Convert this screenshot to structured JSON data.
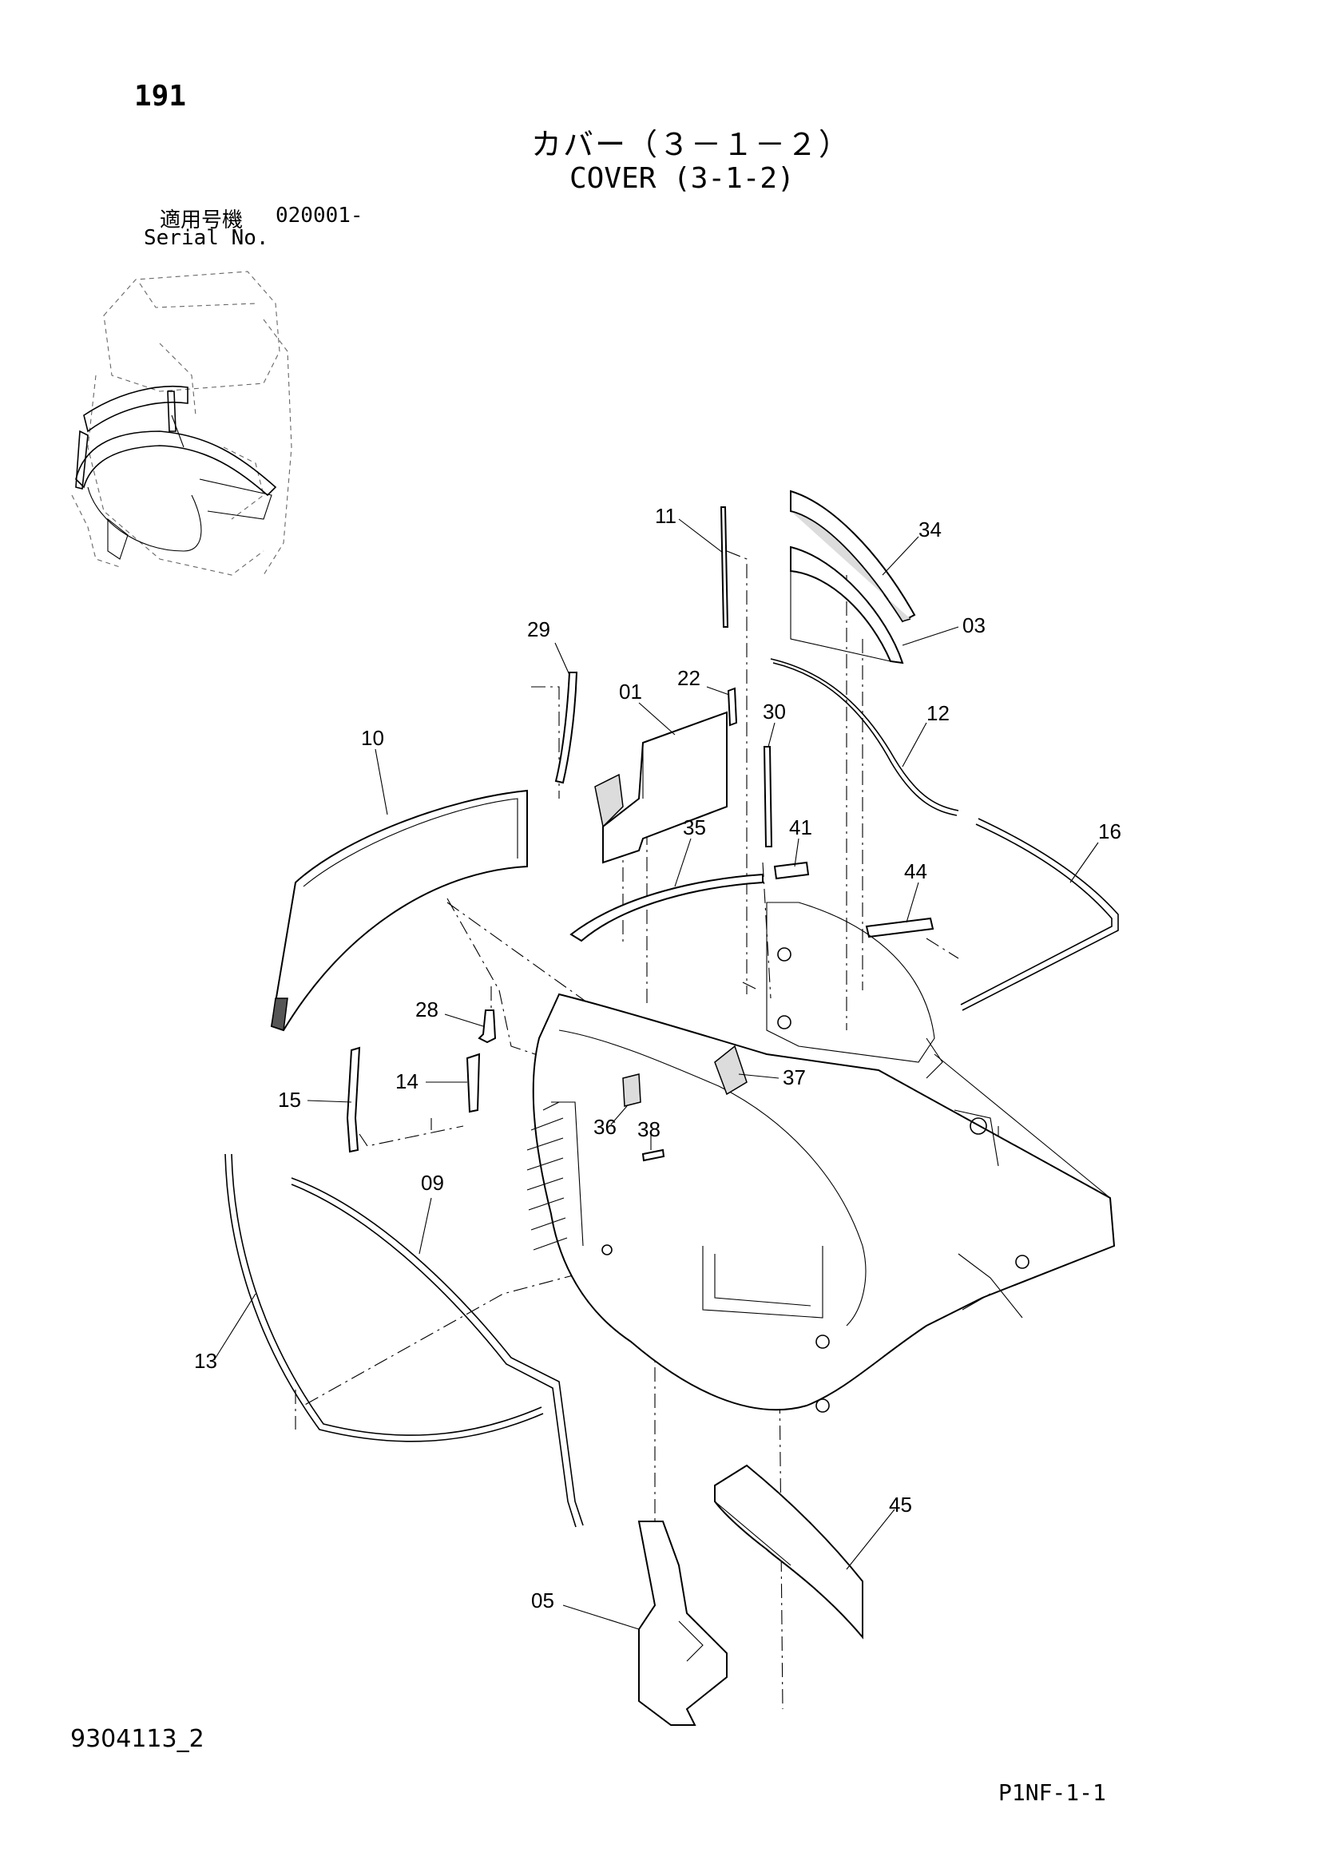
{
  "page_number": "191",
  "title_jp": "カバー（３－１－２）",
  "title_en": "COVER (3-1-2)",
  "serial": {
    "label_jp": "適用号機",
    "value": "020001-",
    "label_en": "Serial No."
  },
  "callouts": [
    {
      "id": "c11",
      "label": "11"
    },
    {
      "id": "c34",
      "label": "34"
    },
    {
      "id": "c03",
      "label": "03"
    },
    {
      "id": "c29",
      "label": "29"
    },
    {
      "id": "c22",
      "label": "22"
    },
    {
      "id": "c01",
      "label": "01"
    },
    {
      "id": "c30",
      "label": "30"
    },
    {
      "id": "c12",
      "label": "12"
    },
    {
      "id": "c10",
      "label": "10"
    },
    {
      "id": "c35",
      "label": "35"
    },
    {
      "id": "c41",
      "label": "41"
    },
    {
      "id": "c16",
      "label": "16"
    },
    {
      "id": "c44",
      "label": "44"
    },
    {
      "id": "c28",
      "label": "28"
    },
    {
      "id": "c14",
      "label": "14"
    },
    {
      "id": "c37",
      "label": "37"
    },
    {
      "id": "c15",
      "label": "15"
    },
    {
      "id": "c36",
      "label": "36"
    },
    {
      "id": "c38",
      "label": "38"
    },
    {
      "id": "c09",
      "label": "09"
    },
    {
      "id": "c13",
      "label": "13"
    },
    {
      "id": "c45",
      "label": "45"
    },
    {
      "id": "c05",
      "label": "05"
    }
  ],
  "doc_code": "9304113_2",
  "page_code": "P1NF-1-1"
}
